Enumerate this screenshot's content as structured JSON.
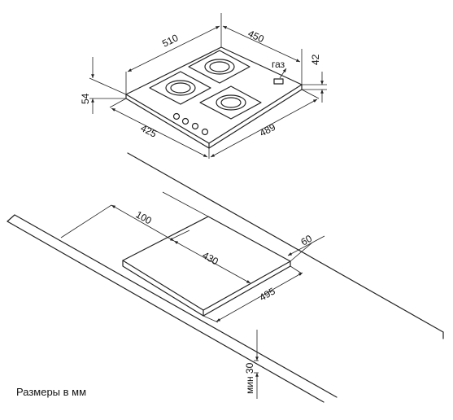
{
  "hob": {
    "dims": {
      "width": "510",
      "depth": "450",
      "height": "42",
      "front_height": "54",
      "front_width": "425",
      "side_depth": "489"
    },
    "gas_label": "газ"
  },
  "cutout": {
    "dims": {
      "offset": "100",
      "width": "430",
      "depth": "495",
      "edge": "60",
      "thickness": "мин 30"
    }
  },
  "note": "Размеры в мм"
}
